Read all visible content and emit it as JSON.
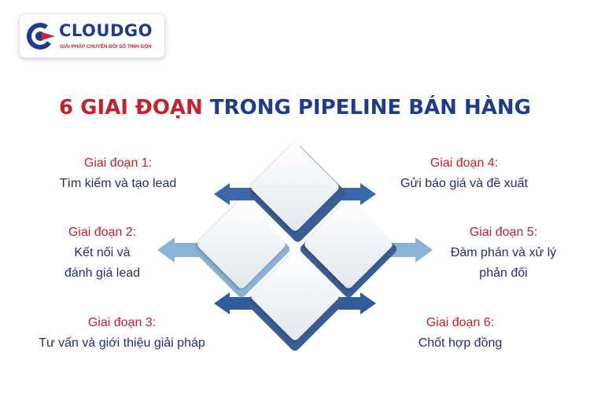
{
  "logo": {
    "name": "CLOUDGO",
    "tagline": "GIẢI PHÁP CHUYỂN ĐỔI SỐ TINH GỌN",
    "colors": {
      "navy": "#1f3c8c",
      "red": "#d6202f"
    }
  },
  "title": {
    "highlight": "6 GIAI ĐOẠN",
    "rest": " TRONG PIPELINE BÁN HÀNG"
  },
  "colors": {
    "red": "#c8202c",
    "navy": "#1f2f7a",
    "arrow_dark": "#3c67a8",
    "arrow_light": "#8ab4d6"
  },
  "stages": [
    {
      "head": "Giai đoạn 1:",
      "desc": "Tìm kiếm và tạo lead"
    },
    {
      "head": "Giai đoạn 2:",
      "desc_line1": "Kết nối và",
      "desc_line2": "đánh giá lead"
    },
    {
      "head": "Giai đoạn 3:",
      "desc": "Tư vấn và giới thiệu giải pháp"
    },
    {
      "head": "Giai đoạn 4:",
      "desc": "Gửi báo giá và đề xuất"
    },
    {
      "head": "Giai đoạn 5:",
      "desc_line1": "Đàm phán và xử lý",
      "desc_line2": "phản đối"
    },
    {
      "head": "Giai đoạn 6:",
      "desc": "Chốt hợp đồng"
    }
  ]
}
